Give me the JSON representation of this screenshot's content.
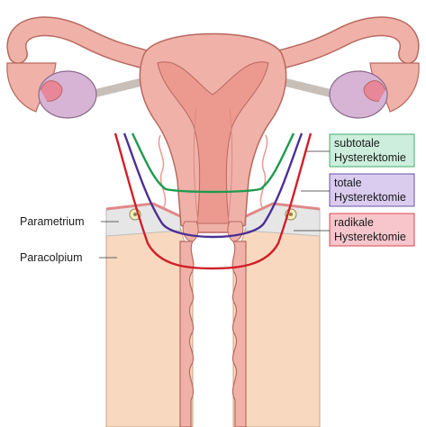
{
  "labels": {
    "parametrium": "Parametrium",
    "paracolpium": "Paracolpium"
  },
  "legend": [
    {
      "line1": "subtotale",
      "line2": "Hysterektomie",
      "color": "#1e9a4e",
      "box_fill": "#cdeedd"
    },
    {
      "line1": "totale",
      "line2": "Hysterektomie",
      "color": "#4b2f95",
      "box_fill": "#d9ccef"
    },
    {
      "line1": "radikale",
      "line2": "Hysterektomie",
      "color": "#d0202a",
      "box_fill": "#f7c6cc"
    }
  ],
  "colors": {
    "tissue": "#f0b2a8",
    "tissue_outline": "#b8685f",
    "uterus": "#ec9a90",
    "ovary": "#d7b3d6",
    "paracolpium_fill": "#f8d9bf",
    "parametrium_fill": "#e6e6e6"
  }
}
